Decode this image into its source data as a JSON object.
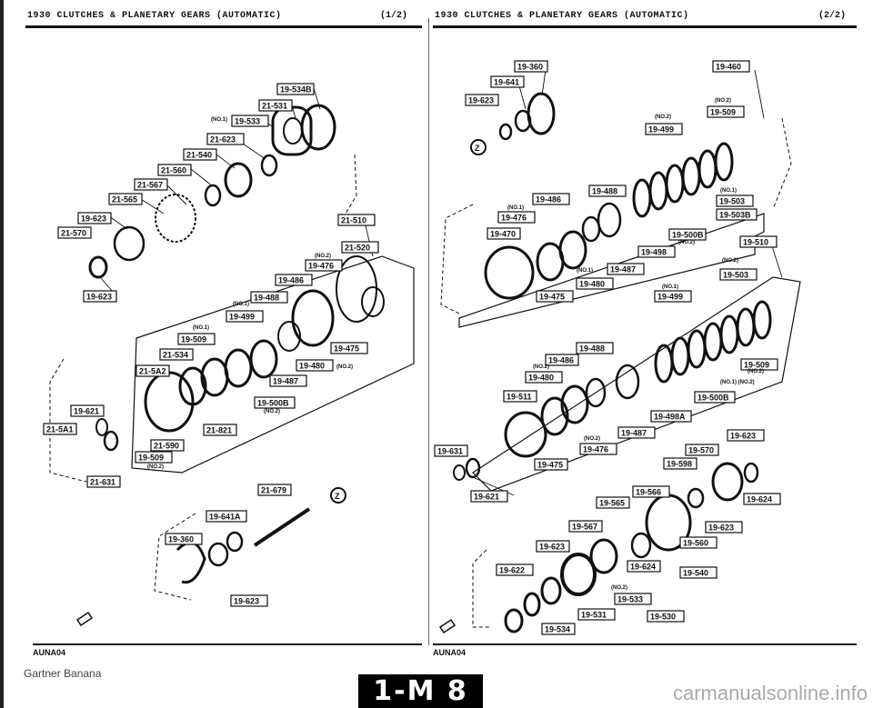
{
  "header": {
    "left_title": "1930   CLUTCHES & PLANETARY GEARS (AUTOMATIC)",
    "left_page": "(1/2)",
    "right_title": "1930   CLUTCHES & PLANETARY GEARS (AUTOMATIC)",
    "right_page": "(2/2)"
  },
  "left_parts": [
    "19-534B",
    "21-531",
    "19-533",
    "21-623",
    "21-540",
    "21-560",
    "21-567",
    "21-565",
    "19-623",
    "21-570",
    "19-623",
    "21-510",
    "21-520",
    "19-476",
    "19-486",
    "19-488",
    "19-499",
    "19-509",
    "21-534",
    "21-5A2",
    "19-475",
    "19-480",
    "19-487",
    "19-500B",
    "21-821",
    "21-590",
    "19-509",
    "19-621",
    "21-5A1",
    "21-631",
    "21-679",
    "19-641A",
    "19-360",
    "19-623"
  ],
  "right_parts": [
    "19-360",
    "19-460",
    "19-641",
    "19-623",
    "19-509",
    "19-499",
    "19-488",
    "19-486",
    "19-476",
    "19-470",
    "19-503",
    "19-503B",
    "19-500B",
    "19-498",
    "19-487",
    "19-480",
    "19-475",
    "19-510",
    "19-503",
    "19-499",
    "19-488",
    "19-486",
    "19-480",
    "19-511",
    "19-509",
    "19-500B",
    "19-498A",
    "19-487",
    "19-476",
    "19-631",
    "19-475",
    "19-621",
    "19-623",
    "19-570",
    "19-598",
    "19-566",
    "19-565",
    "19-624",
    "19-567",
    "19-623",
    "19-623",
    "19-560",
    "19-622",
    "19-624",
    "19-540",
    "19-533",
    "19-531",
    "19-530",
    "19-534"
  ],
  "notes": {
    "no1": "(NO.1)",
    "no2": "(NO.2)",
    "no12": "(NO.1) (NO.2)",
    "z": "Z"
  },
  "footer": {
    "left_code": "AUNA04",
    "right_code": "AUNA04",
    "page_tab": "1-M 8",
    "watermark_left": "Gartner Banana",
    "watermark_right": "carmanualsonline.info"
  }
}
